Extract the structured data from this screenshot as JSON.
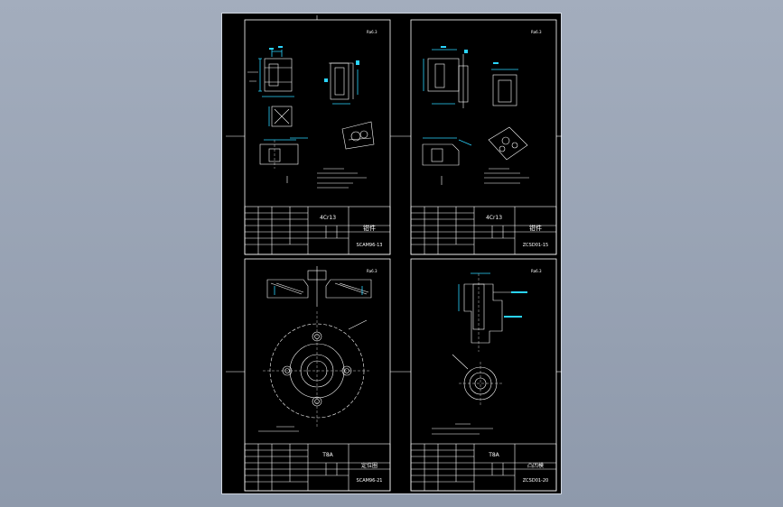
{
  "sheets": {
    "top_left": {
      "roughness": "Ra6.3",
      "block_label": "4Cr13",
      "part_name": "钳件",
      "drawing_no": "SCAM96-13"
    },
    "top_right": {
      "roughness": "Ra6.3",
      "block_label": "4Cr13",
      "part_name": "钳件",
      "drawing_no": "ZCSD01-15"
    },
    "bottom_left": {
      "roughness": "Ra6.3",
      "block_label": "T8A",
      "part_name": "定位圈",
      "drawing_no": "SCAM96-21"
    },
    "bottom_right": {
      "roughness": "Ra6.3",
      "block_label": "T8A",
      "part_name": "凸凹模",
      "drawing_no": "ZCSD01-20"
    }
  },
  "colors": {
    "background": "#949fb0",
    "sheet": "#000000",
    "lines": "#ffffff",
    "dimensions": "#2ad4ff"
  }
}
